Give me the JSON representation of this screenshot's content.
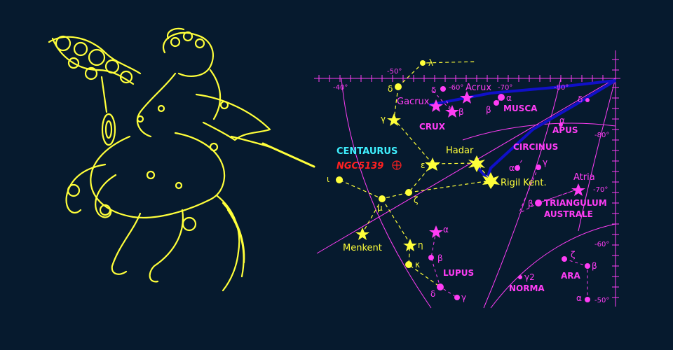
{
  "colors": {
    "background": "#061a2e",
    "figure": "#ffff3a",
    "stars_other": "#ff3df5",
    "centaurus_label": "#3ff0ff",
    "cluster_label": "#ff2020",
    "boundary_blue": "#1010c8"
  },
  "figure": {
    "icon": "centaur-illustration-icon"
  },
  "map": {
    "ra_labels": [
      "-40°",
      "-50°",
      "-60°",
      "-70°",
      "-80°"
    ],
    "dec_labels": [
      "-80°",
      "-70°",
      "-60°",
      "-50°"
    ],
    "constellations": {
      "centaurus": "CENTAURUS",
      "crux": "CRUX",
      "musca": "MUSCA",
      "apus": "APUS",
      "circinus": "CIRCINUS",
      "triangulum_line1": "TRIANGULUM",
      "triangulum_line2": "AUSTRALE",
      "lupus": "LUPUS",
      "norma": "NORMA",
      "ara": "ARA"
    },
    "objects": {
      "ngc": "NGC5139"
    },
    "stars": {
      "gacrux": "Gacrux",
      "acrux": "Acrux",
      "hadar": "Hadar",
      "rigil": "Rigil Kent.",
      "menkent": "Menkent",
      "atria": "Atria"
    },
    "greek": {
      "lambda": "λ",
      "delta": "δ",
      "gamma": "γ",
      "epsilon": "ε",
      "iota": "ι",
      "mu": "μ",
      "zeta": "ζ",
      "eta": "η",
      "beta": "β",
      "alpha": "α",
      "kappa": "κ",
      "gamma2": "γ2"
    }
  }
}
